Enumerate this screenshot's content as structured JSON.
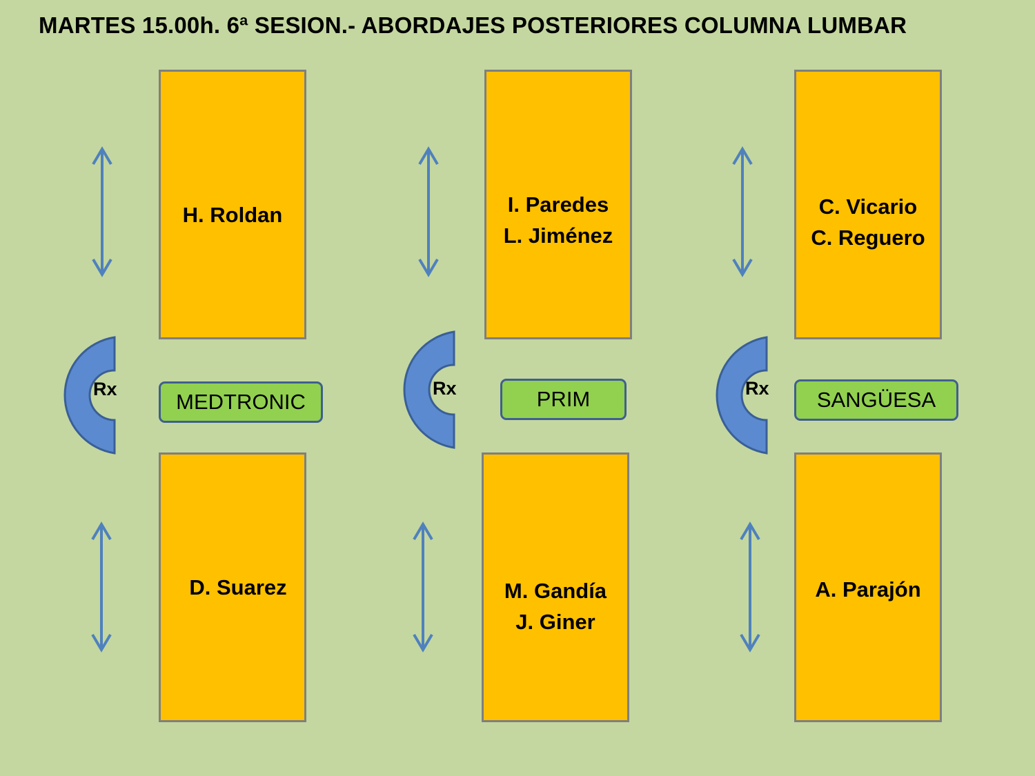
{
  "title": "MARTES 15.00h. 6ª SESION.- ABORDAJES POSTERIORES COLUMNA LUMBAR",
  "stations": [
    {
      "top_names": [
        "H. Roldan"
      ],
      "bottom_names": [
        "D. Suarez"
      ],
      "company": "MEDTRONIC",
      "rx": "Rx"
    },
    {
      "top_names": [
        "I. Paredes",
        "L. Jiménez"
      ],
      "bottom_names": [
        "M. Gandía",
        "J. Giner"
      ],
      "company": "PRIM",
      "rx": "Rx"
    },
    {
      "top_names": [
        "C. Vicario",
        "C. Reguero"
      ],
      "bottom_names": [
        "A. Parajón"
      ],
      "company": "SANGÜESA",
      "rx": "Rx"
    }
  ],
  "colors": {
    "background": "#c4d7a0",
    "table": "#ffc000",
    "company": "#92d050",
    "rx_arc": "#5b8ad0",
    "arrow": "#4f81bd"
  },
  "icons": {
    "arrow": "double-headed-vertical-arrow-icon",
    "rx": "c-arm-xray-icon"
  }
}
